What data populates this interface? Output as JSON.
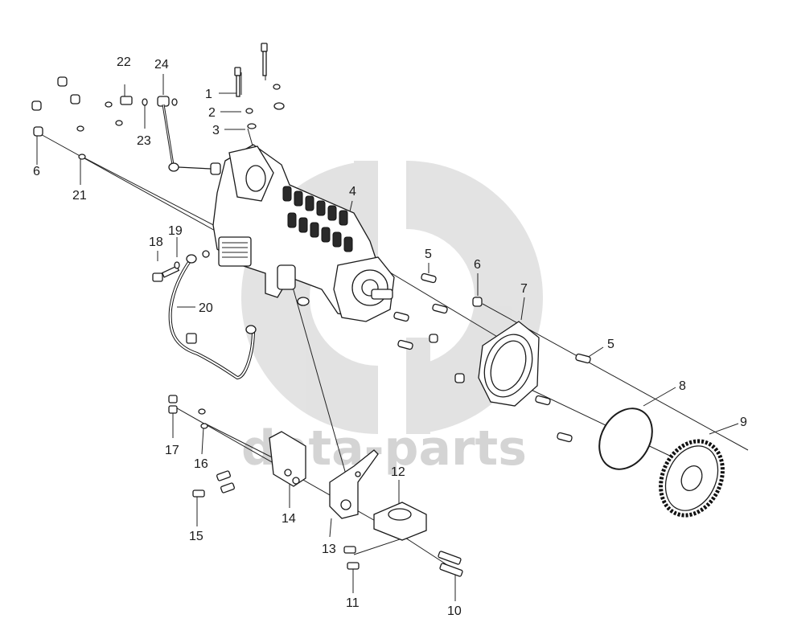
{
  "watermark": {
    "text": "data-parts"
  },
  "labels": [
    {
      "id": "1",
      "text": "1"
    },
    {
      "id": "2",
      "text": "2"
    },
    {
      "id": "3",
      "text": "3"
    },
    {
      "id": "4",
      "text": "4"
    },
    {
      "id": "5a",
      "text": "5"
    },
    {
      "id": "5b",
      "text": "5"
    },
    {
      "id": "6a",
      "text": "6"
    },
    {
      "id": "6b",
      "text": "6"
    },
    {
      "id": "7",
      "text": "7"
    },
    {
      "id": "8",
      "text": "8"
    },
    {
      "id": "9",
      "text": "9"
    },
    {
      "id": "10",
      "text": "10"
    },
    {
      "id": "11",
      "text": "11"
    },
    {
      "id": "12",
      "text": "12"
    },
    {
      "id": "13",
      "text": "13"
    },
    {
      "id": "14",
      "text": "14"
    },
    {
      "id": "15",
      "text": "15"
    },
    {
      "id": "16",
      "text": "16"
    },
    {
      "id": "17",
      "text": "17"
    },
    {
      "id": "18",
      "text": "18"
    },
    {
      "id": "19",
      "text": "19"
    },
    {
      "id": "20",
      "text": "20"
    },
    {
      "id": "21",
      "text": "21"
    },
    {
      "id": "22",
      "text": "22"
    },
    {
      "id": "23",
      "text": "23"
    },
    {
      "id": "24",
      "text": "24"
    }
  ]
}
